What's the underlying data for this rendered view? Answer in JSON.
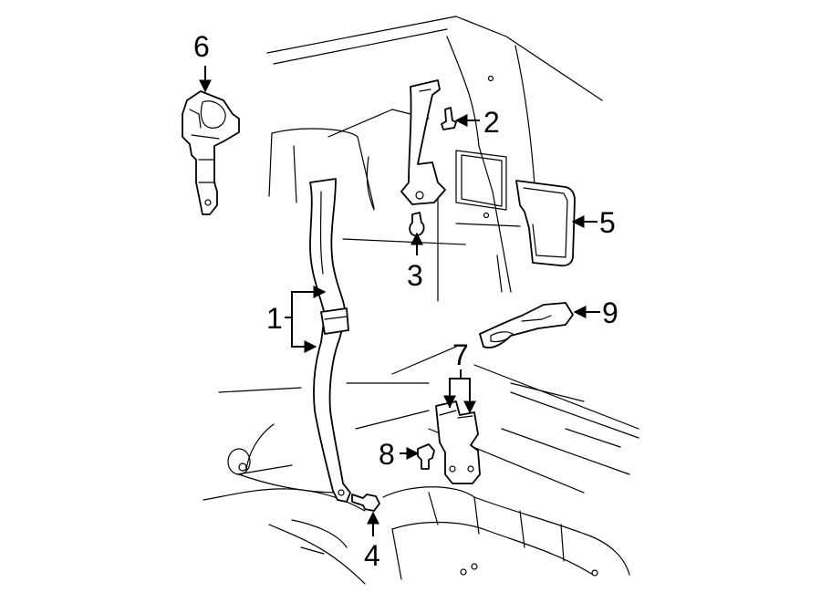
{
  "diagram": {
    "callouts": [
      "1",
      "2",
      "3",
      "4",
      "5",
      "6",
      "7",
      "8",
      "9"
    ]
  },
  "colors": {
    "line": "#000000",
    "background": "#ffffff"
  }
}
